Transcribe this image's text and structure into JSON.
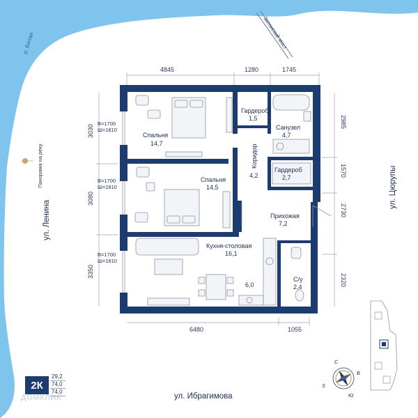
{
  "rooms": {
    "bedroom1": {
      "name": "Спальня",
      "area": "14,7"
    },
    "bedroom2": {
      "name": "Спальня",
      "area": "14,5"
    },
    "wardrobe1": {
      "name": "Гардероб",
      "area": "1,5"
    },
    "wardrobe2": {
      "name": "Гардероб",
      "area": "2,7"
    },
    "bathroom": {
      "name": "Санузел",
      "area": "4,7"
    },
    "corridor": {
      "name": "Коридор",
      "area": "4,2"
    },
    "hallway": {
      "name": "Прихожая",
      "area": "7,2"
    },
    "kitchen": {
      "name": "Кухня-столовая",
      "area": "16,1"
    },
    "kitchen_zone": {
      "area": "6,0"
    },
    "wc": {
      "name": "С/у",
      "area": "2,4"
    }
  },
  "windows": {
    "w1": {
      "h": "В=1700",
      "w": "Ш=1810"
    },
    "w2": {
      "h": "В=1700",
      "w": "Ш=1810"
    },
    "w3": {
      "h": "В=1700",
      "w": "Ш=1810"
    }
  },
  "dimensions": {
    "top": [
      "4845",
      "1280",
      "1745"
    ],
    "left": [
      "3030",
      "3080",
      "3350"
    ],
    "right": [
      "2985",
      "1570",
      "2730",
      "2320"
    ],
    "bottom": [
      "6480",
      "1055"
    ]
  },
  "streets": {
    "left": "ул. Ленина",
    "right": "ул. Цюрупы",
    "bottom": "ул. Ибрагимова"
  },
  "river": "р. Белая",
  "bridge": "Затонский мост",
  "panorama": "Панорама на реку",
  "badge": "2К",
  "areas": [
    "29,2",
    "74,0",
    "74,0"
  ],
  "compass": {
    "n": "С",
    "e": "В",
    "s": "Ю",
    "w": "З"
  },
  "watermark": "ДОМКЛИК",
  "colors": {
    "wall": "#1c3b6e",
    "river": "#7fc4ec",
    "accent": "#c9a572"
  }
}
